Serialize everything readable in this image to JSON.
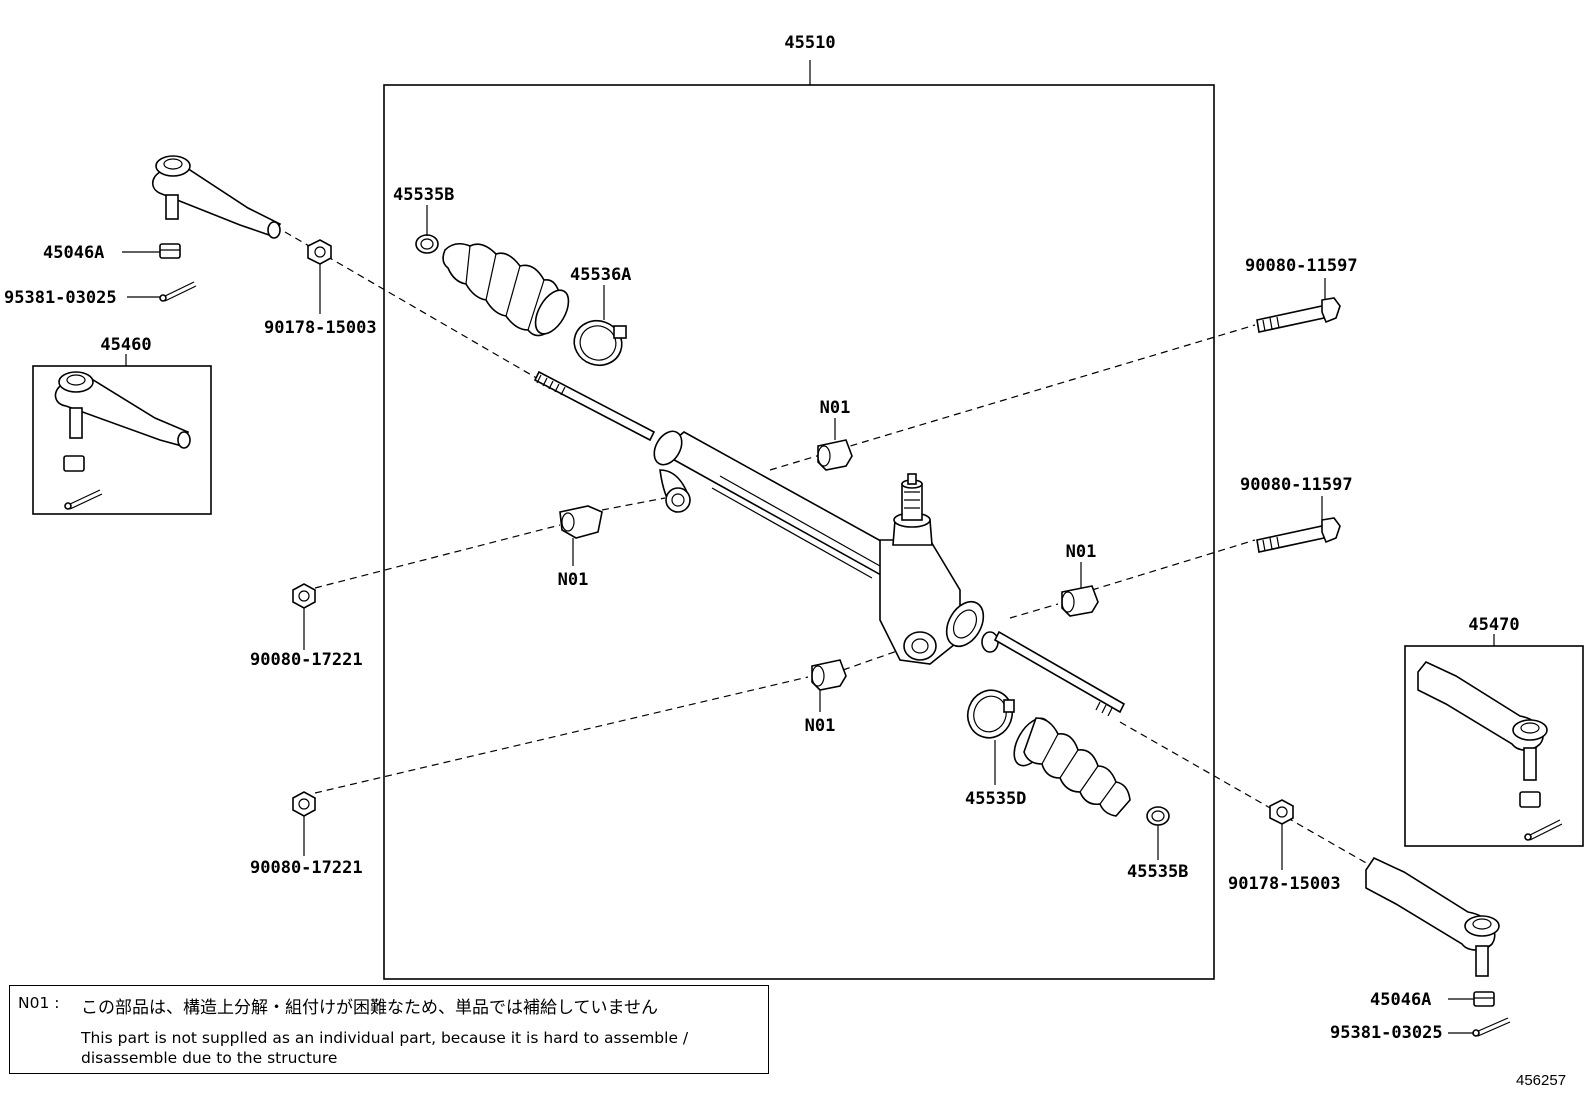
{
  "labels": {
    "assembly": "45510",
    "clamp_top": "45535B",
    "boot_band": "45536A",
    "bolt_upper": "90080-11597",
    "bolt_lower": "90080-11597",
    "nut_left_outer": "45046A",
    "cotter_left": "95381-03025",
    "locknut_left": "90178-15003",
    "kit_left": "45460",
    "n01_a": "N01",
    "n01_b": "N01",
    "n01_c": "N01",
    "n01_d": "N01",
    "nut_mount_upper": "90080-17221",
    "nut_mount_lower": "90080-17221",
    "boot_lower": "45535D",
    "clamp_bottom": "45535B",
    "locknut_right": "90178-15003",
    "kit_right": "45470",
    "nut_right_outer": "45046A",
    "cotter_right": "95381-03025"
  },
  "note": {
    "code": "N01 :",
    "japanese": "この部品は、構造上分解・組付けが困難なため、単品では補給していません",
    "english_line1": "This part is not supplled as an individual part, because it is hard to assemble /",
    "english_line2": "disassemble  due to the structure"
  },
  "figure_number": "456257"
}
